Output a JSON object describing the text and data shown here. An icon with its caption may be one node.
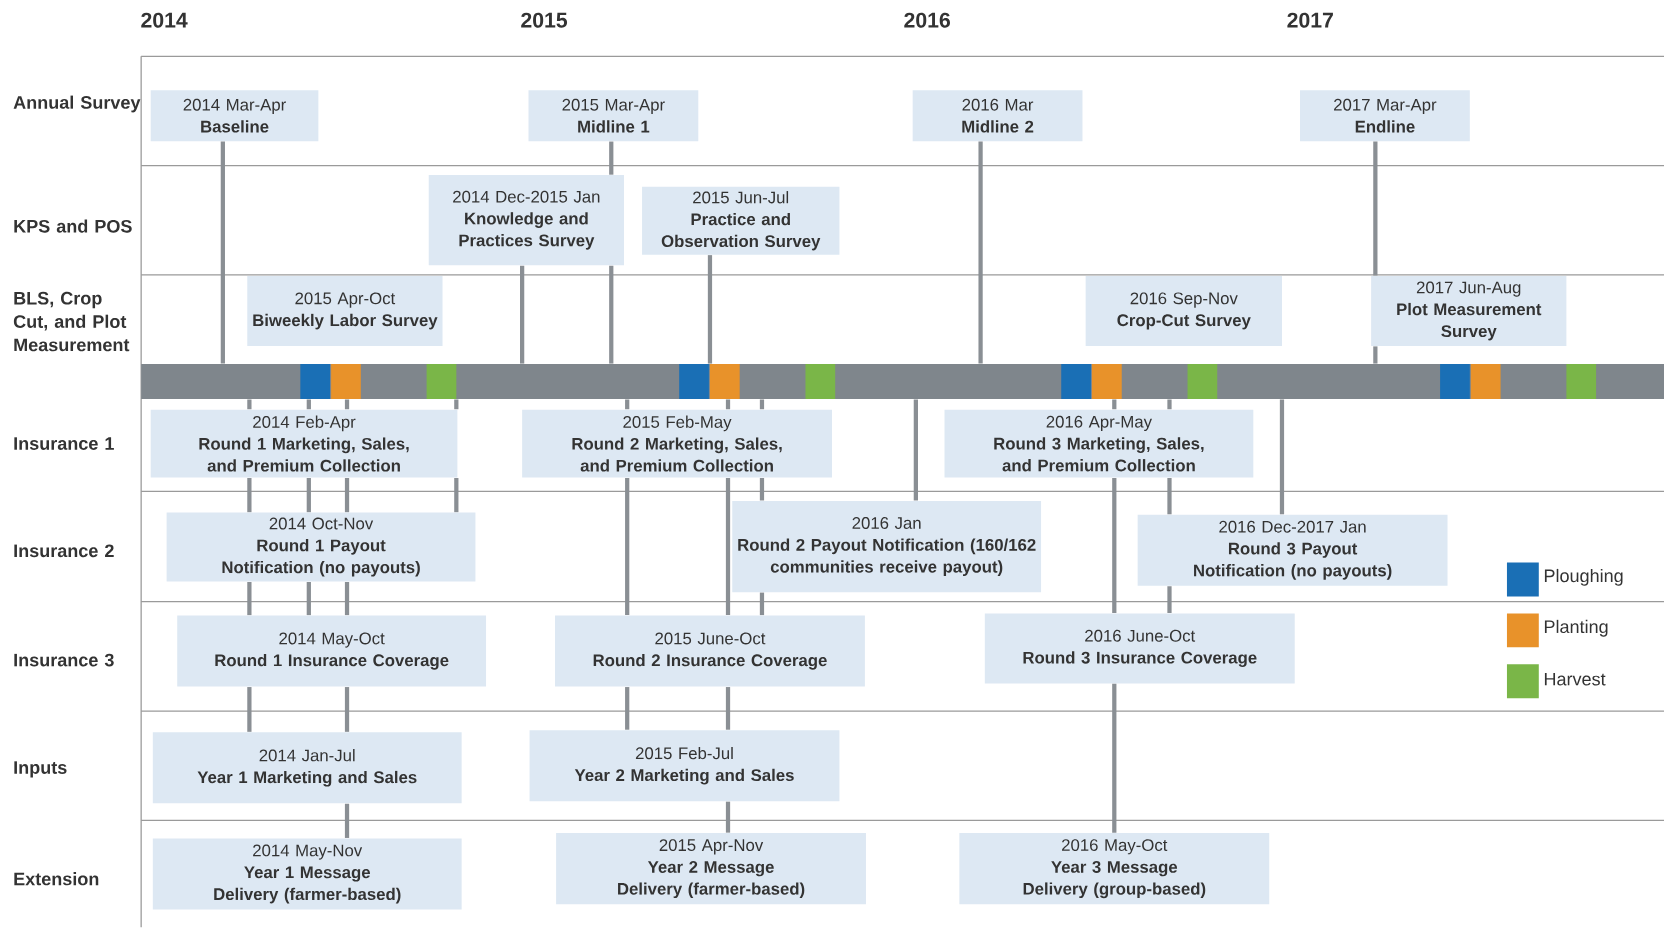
{
  "diagram": {
    "nodes": [
      {
        "text": [
          "2014 Mar-Apr",
          "Baseline"
        ]
      },
      {
        "text": [
          "2015 Mar-Apr",
          "Midline 1"
        ]
      },
      {
        "text": [
          "2016 Mar",
          "Midline 2"
        ]
      },
      {
        "text": [
          "2017 Mar-Apr",
          "Endline"
        ]
      },
      {
        "text": [
          "2014 Dec-2015 Jan",
          "Knowledge and Practices Survey"
        ]
      },
      {
        "text": [
          "2015 Jun-Jul",
          "Practice and Observation Survey"
        ]
      },
      {
        "text": [
          "2015 Apr-Oct",
          "Biweekly Labor Survey"
        ]
      },
      {
        "text": [
          "2016 Sep-Nov",
          "Crop-Cut Survey"
        ]
      },
      {
        "text": [
          "2017 Jun-Aug",
          "Plot Measurement Survey"
        ]
      },
      {
        "text": [],
        "shape": "bar"
      },
      {
        "text": [
          "2014 Feb-Apr",
          "Round 1 Marketing, Sales, and Premium Collection"
        ]
      },
      {
        "text": [
          "2015 Feb-May",
          "Round 2 Marketing, Sales, and Premium Collection"
        ]
      },
      {
        "text": [
          "2016 Apr-May",
          "Round 3 Marketing, Sales, and Premium Collection"
        ]
      },
      {
        "text": [
          "2014 Oct-Nov",
          "Round 1 Payout Notification (no payouts)"
        ]
      },
      {
        "text": [
          "2016 Jan",
          "Round 2 Payout Notification (160/162 communities receive payout)"
        ]
      },
      {
        "text": [
          "2016 Dec-2017 Jan",
          "Round 3 Payout Notification (no payouts)"
        ]
      },
      {
        "text": [
          "2014 May-Oct",
          "Round 1 Insurance Coverage"
        ]
      },
      {
        "text": [
          "2015 June-Oct",
          "Round 2 Insurance Coverage"
        ]
      },
      {
        "text": [
          "2016 June-Oct",
          "Round 3 Insurance Coverage"
        ]
      },
      {
        "text": [
          "2014 Jan-Jul",
          "Year 1 Marketing and Sales"
        ]
      },
      {
        "text": [
          "2015 Feb-Jul",
          "Year 2 Marketing and Sales"
        ]
      },
      {
        "text": [
          "2014 May-Nov",
          "Year 1 Message Delivery (farmer-based)"
        ]
      },
      {
        "text": [
          "2015 Apr-Nov",
          "Year 2 Message Delivery (farmer-based)"
        ]
      },
      {
        "text": [
          "2016 May-Oct",
          "Year 3 Message Delivery (group-based)"
        ]
      }
    ],
    "edges": [
      {
        "from": 0,
        "to": 9,
        "arrow": "none"
      },
      {
        "from": 1,
        "to": 4,
        "arrow": "none"
      },
      {
        "from": 4,
        "to": 9,
        "arrow": "none"
      },
      {
        "from": 2,
        "to": 9,
        "arrow": "none"
      },
      {
        "from": 3,
        "to": 8,
        "arrow": "none"
      },
      {
        "from": 8,
        "to": 9,
        "arrow": "none"
      },
      {
        "from": 4,
        "to": 9,
        "arrow": "none"
      },
      {
        "from": 5,
        "to": 9,
        "arrow": "none"
      },
      {
        "from": 9,
        "to": 10,
        "arrow": "none"
      },
      {
        "from": 10,
        "to": 13,
        "arrow": "none"
      },
      {
        "from": 13,
        "to": 16,
        "arrow": "none"
      },
      {
        "from": 16,
        "to": 19,
        "arrow": "none"
      },
      {
        "from": 9,
        "to": 10,
        "arrow": "none"
      },
      {
        "from": 10,
        "to": 13,
        "arrow": "none"
      },
      {
        "from": 13,
        "to": 16,
        "arrow": "none"
      },
      {
        "from": 9,
        "to": 10,
        "arrow": "none"
      },
      {
        "from": 10,
        "to": 13,
        "arrow": "none"
      },
      {
        "from": 13,
        "to": 16,
        "arrow": "none"
      },
      {
        "from": 16,
        "to": 19,
        "arrow": "none"
      },
      {
        "from": 19,
        "to": 21,
        "arrow": "none"
      },
      {
        "from": 9,
        "to": 10,
        "arrow": "none"
      },
      {
        "from": 10,
        "to": 13,
        "arrow": "none"
      },
      {
        "from": 9,
        "to": 11,
        "arrow": "none"
      },
      {
        "from": 11,
        "to": 17,
        "arrow": "none"
      },
      {
        "from": 17,
        "to": 20,
        "arrow": "none"
      },
      {
        "from": 9,
        "to": 11,
        "arrow": "none"
      },
      {
        "from": 11,
        "to": 17,
        "arrow": "none"
      },
      {
        "from": 17,
        "to": 20,
        "arrow": "none"
      },
      {
        "from": 20,
        "to": 22,
        "arrow": "none"
      },
      {
        "from": 9,
        "to": 11,
        "arrow": "none"
      },
      {
        "from": 11,
        "to": 14,
        "arrow": "none"
      },
      {
        "from": 14,
        "to": 17,
        "arrow": "none"
      },
      {
        "from": 9,
        "to": 14,
        "arrow": "none"
      },
      {
        "from": 9,
        "to": 12,
        "arrow": "none"
      },
      {
        "from": 12,
        "to": 18,
        "arrow": "none"
      },
      {
        "from": 18,
        "to": 23,
        "arrow": "none"
      },
      {
        "from": 9,
        "to": 12,
        "arrow": "none"
      },
      {
        "from": 12,
        "to": 15,
        "arrow": "none"
      },
      {
        "from": 15,
        "to": 18,
        "arrow": "none"
      },
      {
        "from": 9,
        "to": 15,
        "arrow": "none"
      }
    ],
    "labels": [
      "2014",
      "2015",
      "2016",
      "2017",
      "Annual Survey",
      "KPS and POS",
      "BLS, Crop Cut, and Plot Measurement",
      "Insurance 1",
      "Insurance 2",
      "Insurance 3",
      "Inputs",
      "Extension"
    ],
    "legend": [
      {
        "text": "Ploughing",
        "color": "#1a6fb5"
      },
      {
        "text": "Planting",
        "color": "#e8922a"
      },
      {
        "text": "Harvest",
        "color": "#7ab648"
      }
    ]
  }
}
